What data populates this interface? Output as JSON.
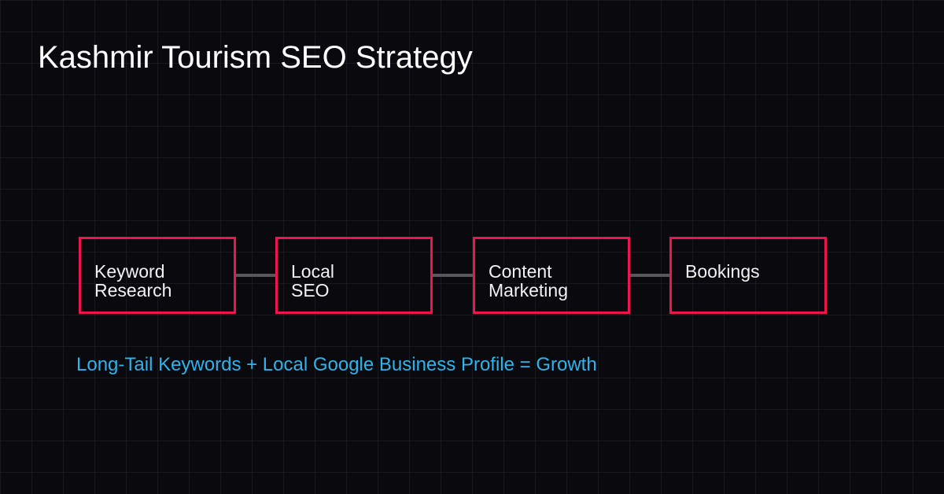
{
  "title": "Kashmir Tourism SEO Strategy",
  "caption": "Long-Tail Keywords + Local Google Business Profile = Growth",
  "flow": {
    "nodes": [
      {
        "id": "keyword-research",
        "label": "Keyword\nResearch"
      },
      {
        "id": "local-seo",
        "label": "Local\nSEO"
      },
      {
        "id": "content-marketing",
        "label": "Content\nMarketing"
      },
      {
        "id": "bookings",
        "label": "Bookings"
      }
    ],
    "connections": [
      {
        "from": "keyword-research",
        "to": "local-seo"
      },
      {
        "from": "local-seo",
        "to": "content-marketing"
      },
      {
        "from": "content-marketing",
        "to": "bookings"
      }
    ]
  },
  "colors": {
    "background": "#0A0A0E",
    "grid_line": "#18181F",
    "node_border": "#ED1450",
    "node_label": "#F2F2F2",
    "title_text": "#FFFFFF",
    "caption_text": "#2DB4EE",
    "connector": "#58585C"
  }
}
